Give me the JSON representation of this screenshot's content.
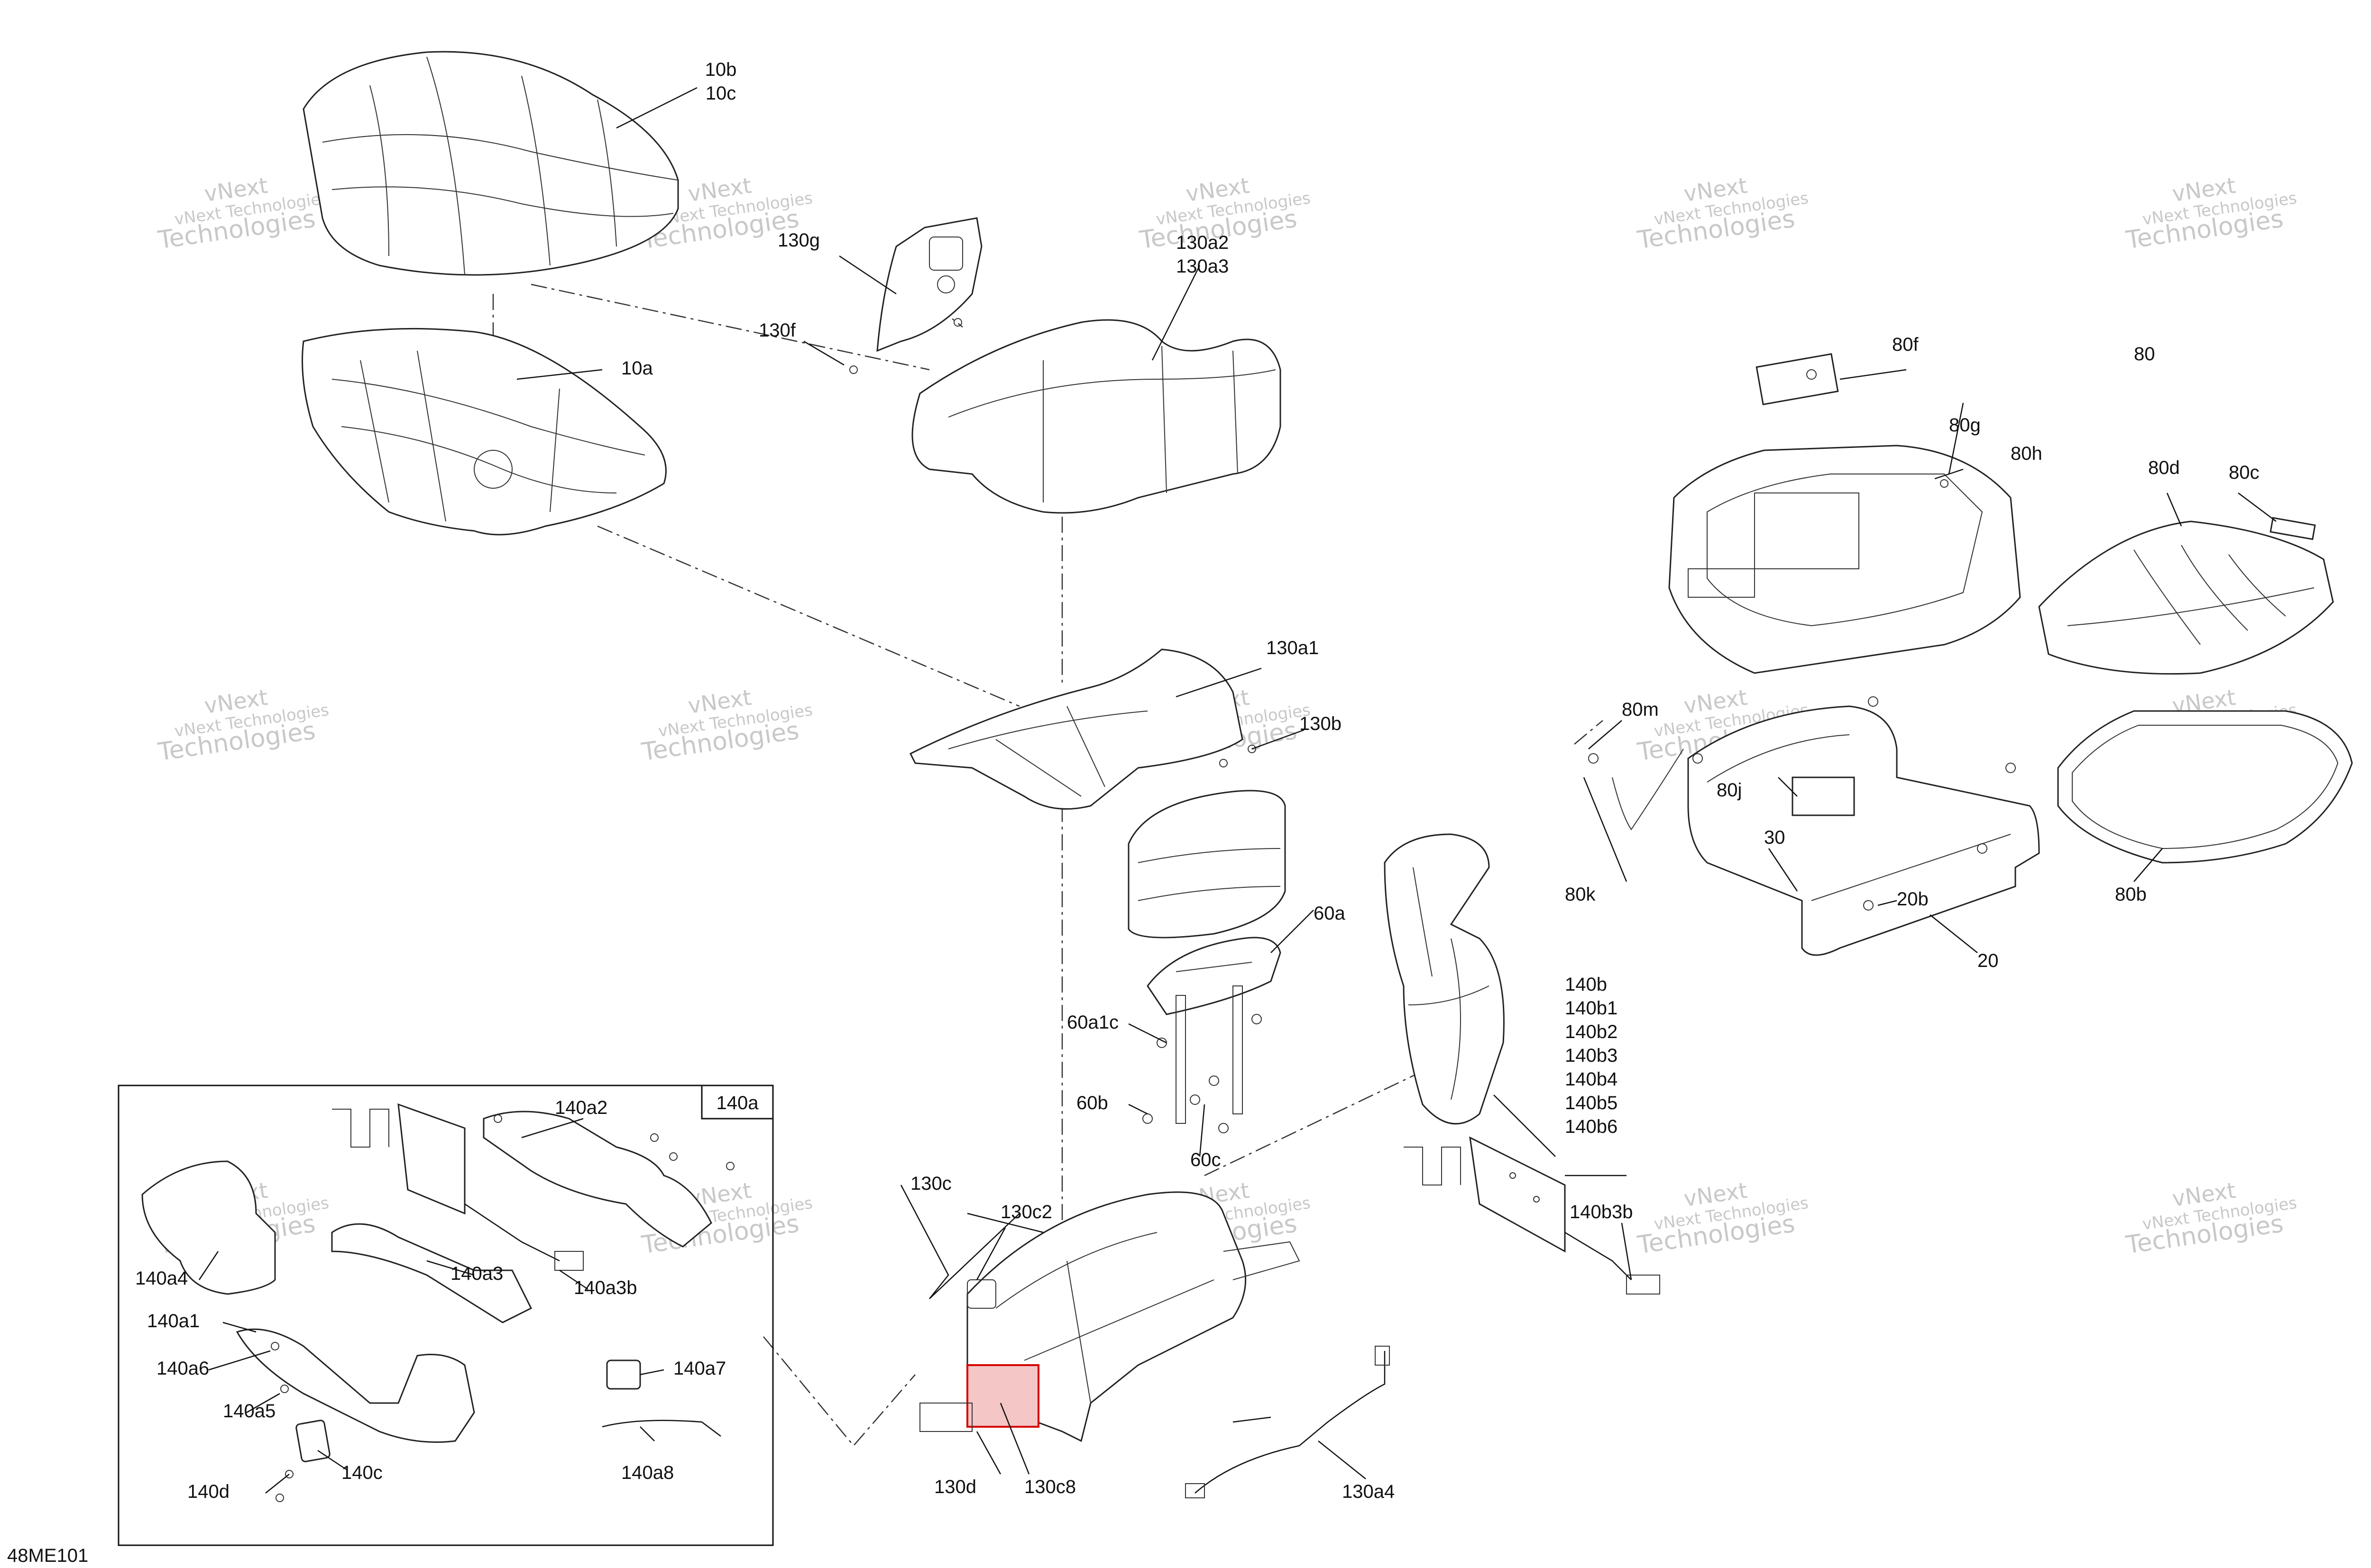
{
  "diagram_code": "48ME101",
  "watermark": {
    "line1": "vNext Technologies",
    "line2": "vNext",
    "line3": "Technologies"
  },
  "inset": {
    "title": "140a"
  },
  "callouts": {
    "c10b": "10b",
    "c10c": "10c",
    "c10a": "10a",
    "c130g": "130g",
    "c130f": "130f",
    "c130a2": "130a2",
    "c130a3": "130a3",
    "c130a1": "130a1",
    "c130b": "130b",
    "c80": "80",
    "c80f": "80f",
    "c80g": "80g",
    "c80h": "80h",
    "c80d": "80d",
    "c80c": "80c",
    "c80m": "80m",
    "c80j": "80j",
    "c80k": "80k",
    "c80b": "80b",
    "c30": "30",
    "c20b": "20b",
    "c20": "20",
    "c60a": "60a",
    "c60a1c": "60a1c",
    "c60b": "60b",
    "c60c": "60c",
    "c140b": "140b",
    "c140b1": "140b1",
    "c140b2": "140b2",
    "c140b3": "140b3",
    "c140b4": "140b4",
    "c140b5": "140b5",
    "c140b6": "140b6",
    "c140b3b": "140b3b",
    "c130c": "130c",
    "c130c2": "130c2",
    "c130d": "130d",
    "c130c8": "130c8",
    "c130a4": "130a4",
    "c140a2": "140a2",
    "c140a4": "140a4",
    "c140a3": "140a3",
    "c140a3b": "140a3b",
    "c140a1": "140a1",
    "c140a6": "140a6",
    "c140a7": "140a7",
    "c140a5": "140a5",
    "c140a8": "140a8",
    "c140d": "140d",
    "c140c": "140c"
  },
  "colors": {
    "highlight": "#d40000",
    "line": "#222222",
    "watermark": "#c8c8c8"
  }
}
